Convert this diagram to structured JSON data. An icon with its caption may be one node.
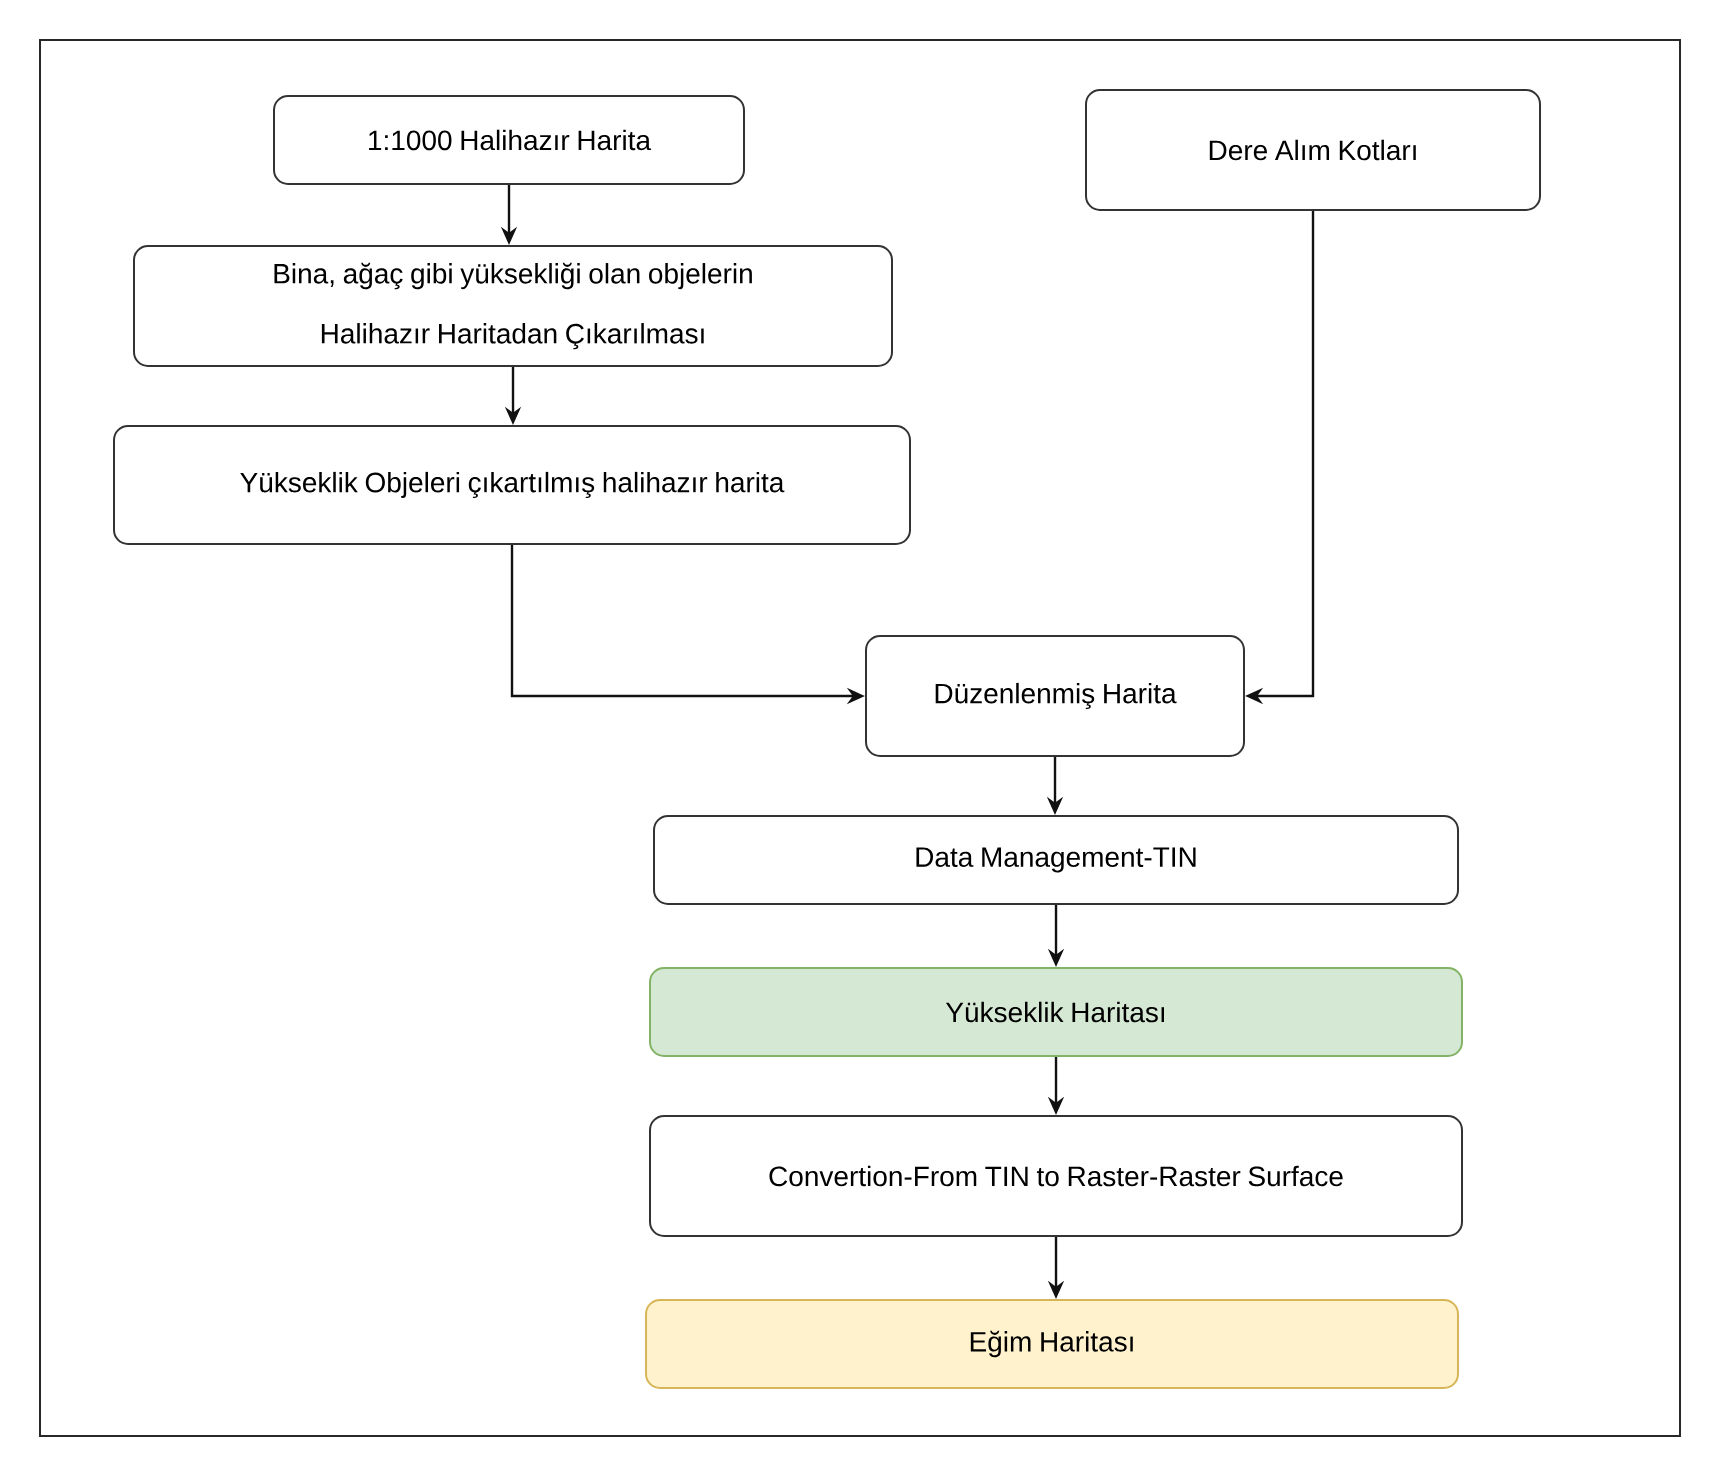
{
  "diagram": {
    "nodes": [
      {
        "text": [
          "1:1000 Halihazır Harita"
        ]
      },
      {
        "text": [
          "Bina, ağaç gibi yüksekliği olan objelerin Halihazır Haritadan Çıkarılması"
        ]
      },
      {
        "text": [
          "Yükseklik Objeleri çıkartılmış halihazır harita"
        ]
      },
      {
        "text": [
          "Dere Alım Kotları"
        ]
      },
      {
        "text": [
          "Düzenlenmiş Harita"
        ]
      },
      {
        "text": [
          "Data Management-TIN"
        ]
      },
      {
        "text": [
          "Yükseklik Haritası"
        ]
      },
      {
        "text": [
          "Convertion-From TIN to Raster-Raster Surface"
        ]
      },
      {
        "text": [
          "Eğim Haritası"
        ]
      }
    ],
    "edges": [
      {
        "from": 0,
        "to": 1,
        "arrow": "to"
      },
      {
        "from": 1,
        "to": 2,
        "arrow": "to"
      },
      {
        "from": 2,
        "to": 4,
        "arrow": "to"
      },
      {
        "from": 3,
        "to": 4,
        "arrow": "to"
      },
      {
        "from": 4,
        "to": 5,
        "arrow": "to"
      },
      {
        "from": 5,
        "to": 6,
        "arrow": "to"
      },
      {
        "from": 6,
        "to": 7,
        "arrow": "to"
      },
      {
        "from": 7,
        "to": 8,
        "arrow": "to"
      }
    ]
  }
}
